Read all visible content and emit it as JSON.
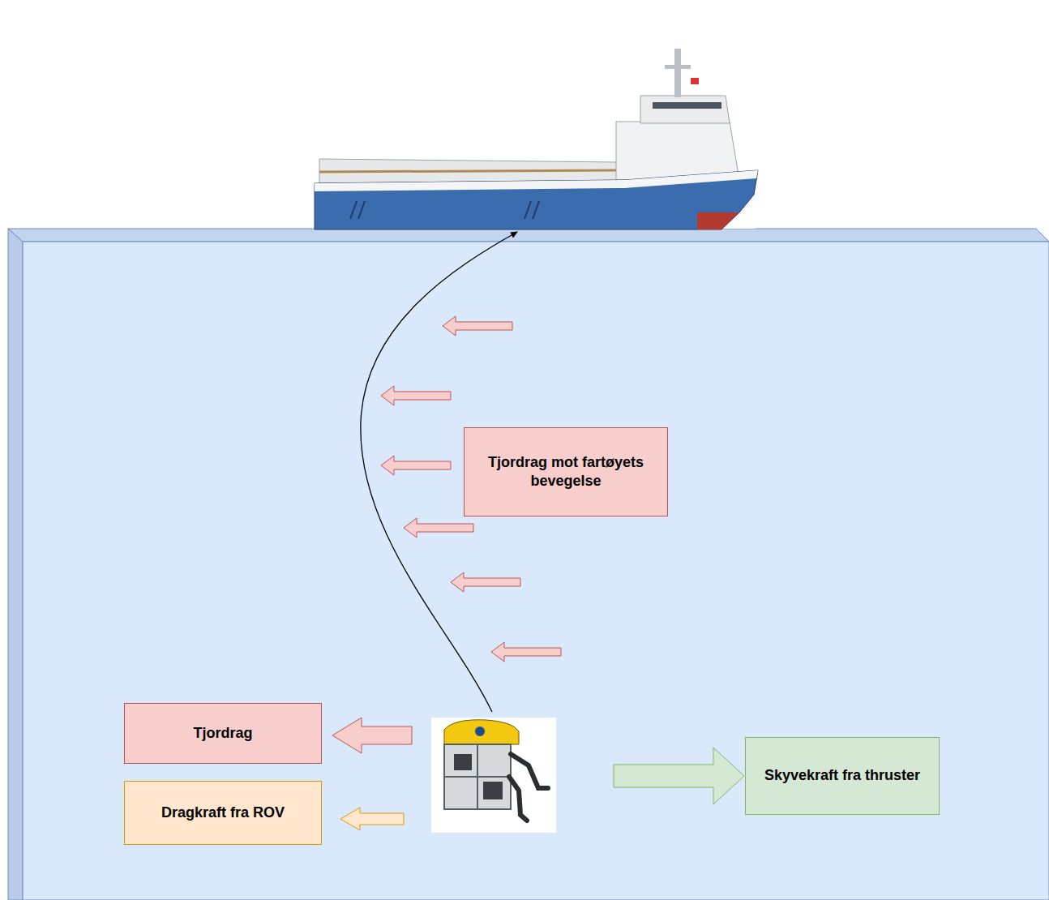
{
  "diagram": {
    "nodes": [
      {
        "text": [
          "Tjordrag mot fartøyets bevegelse"
        ]
      },
      {
        "text": [
          "Tjordrag"
        ]
      },
      {
        "text": [
          "Skyvekraft fra thruster"
        ]
      },
      {
        "text": [
          "Dragkraft fra ROV"
        ]
      }
    ]
  }
}
